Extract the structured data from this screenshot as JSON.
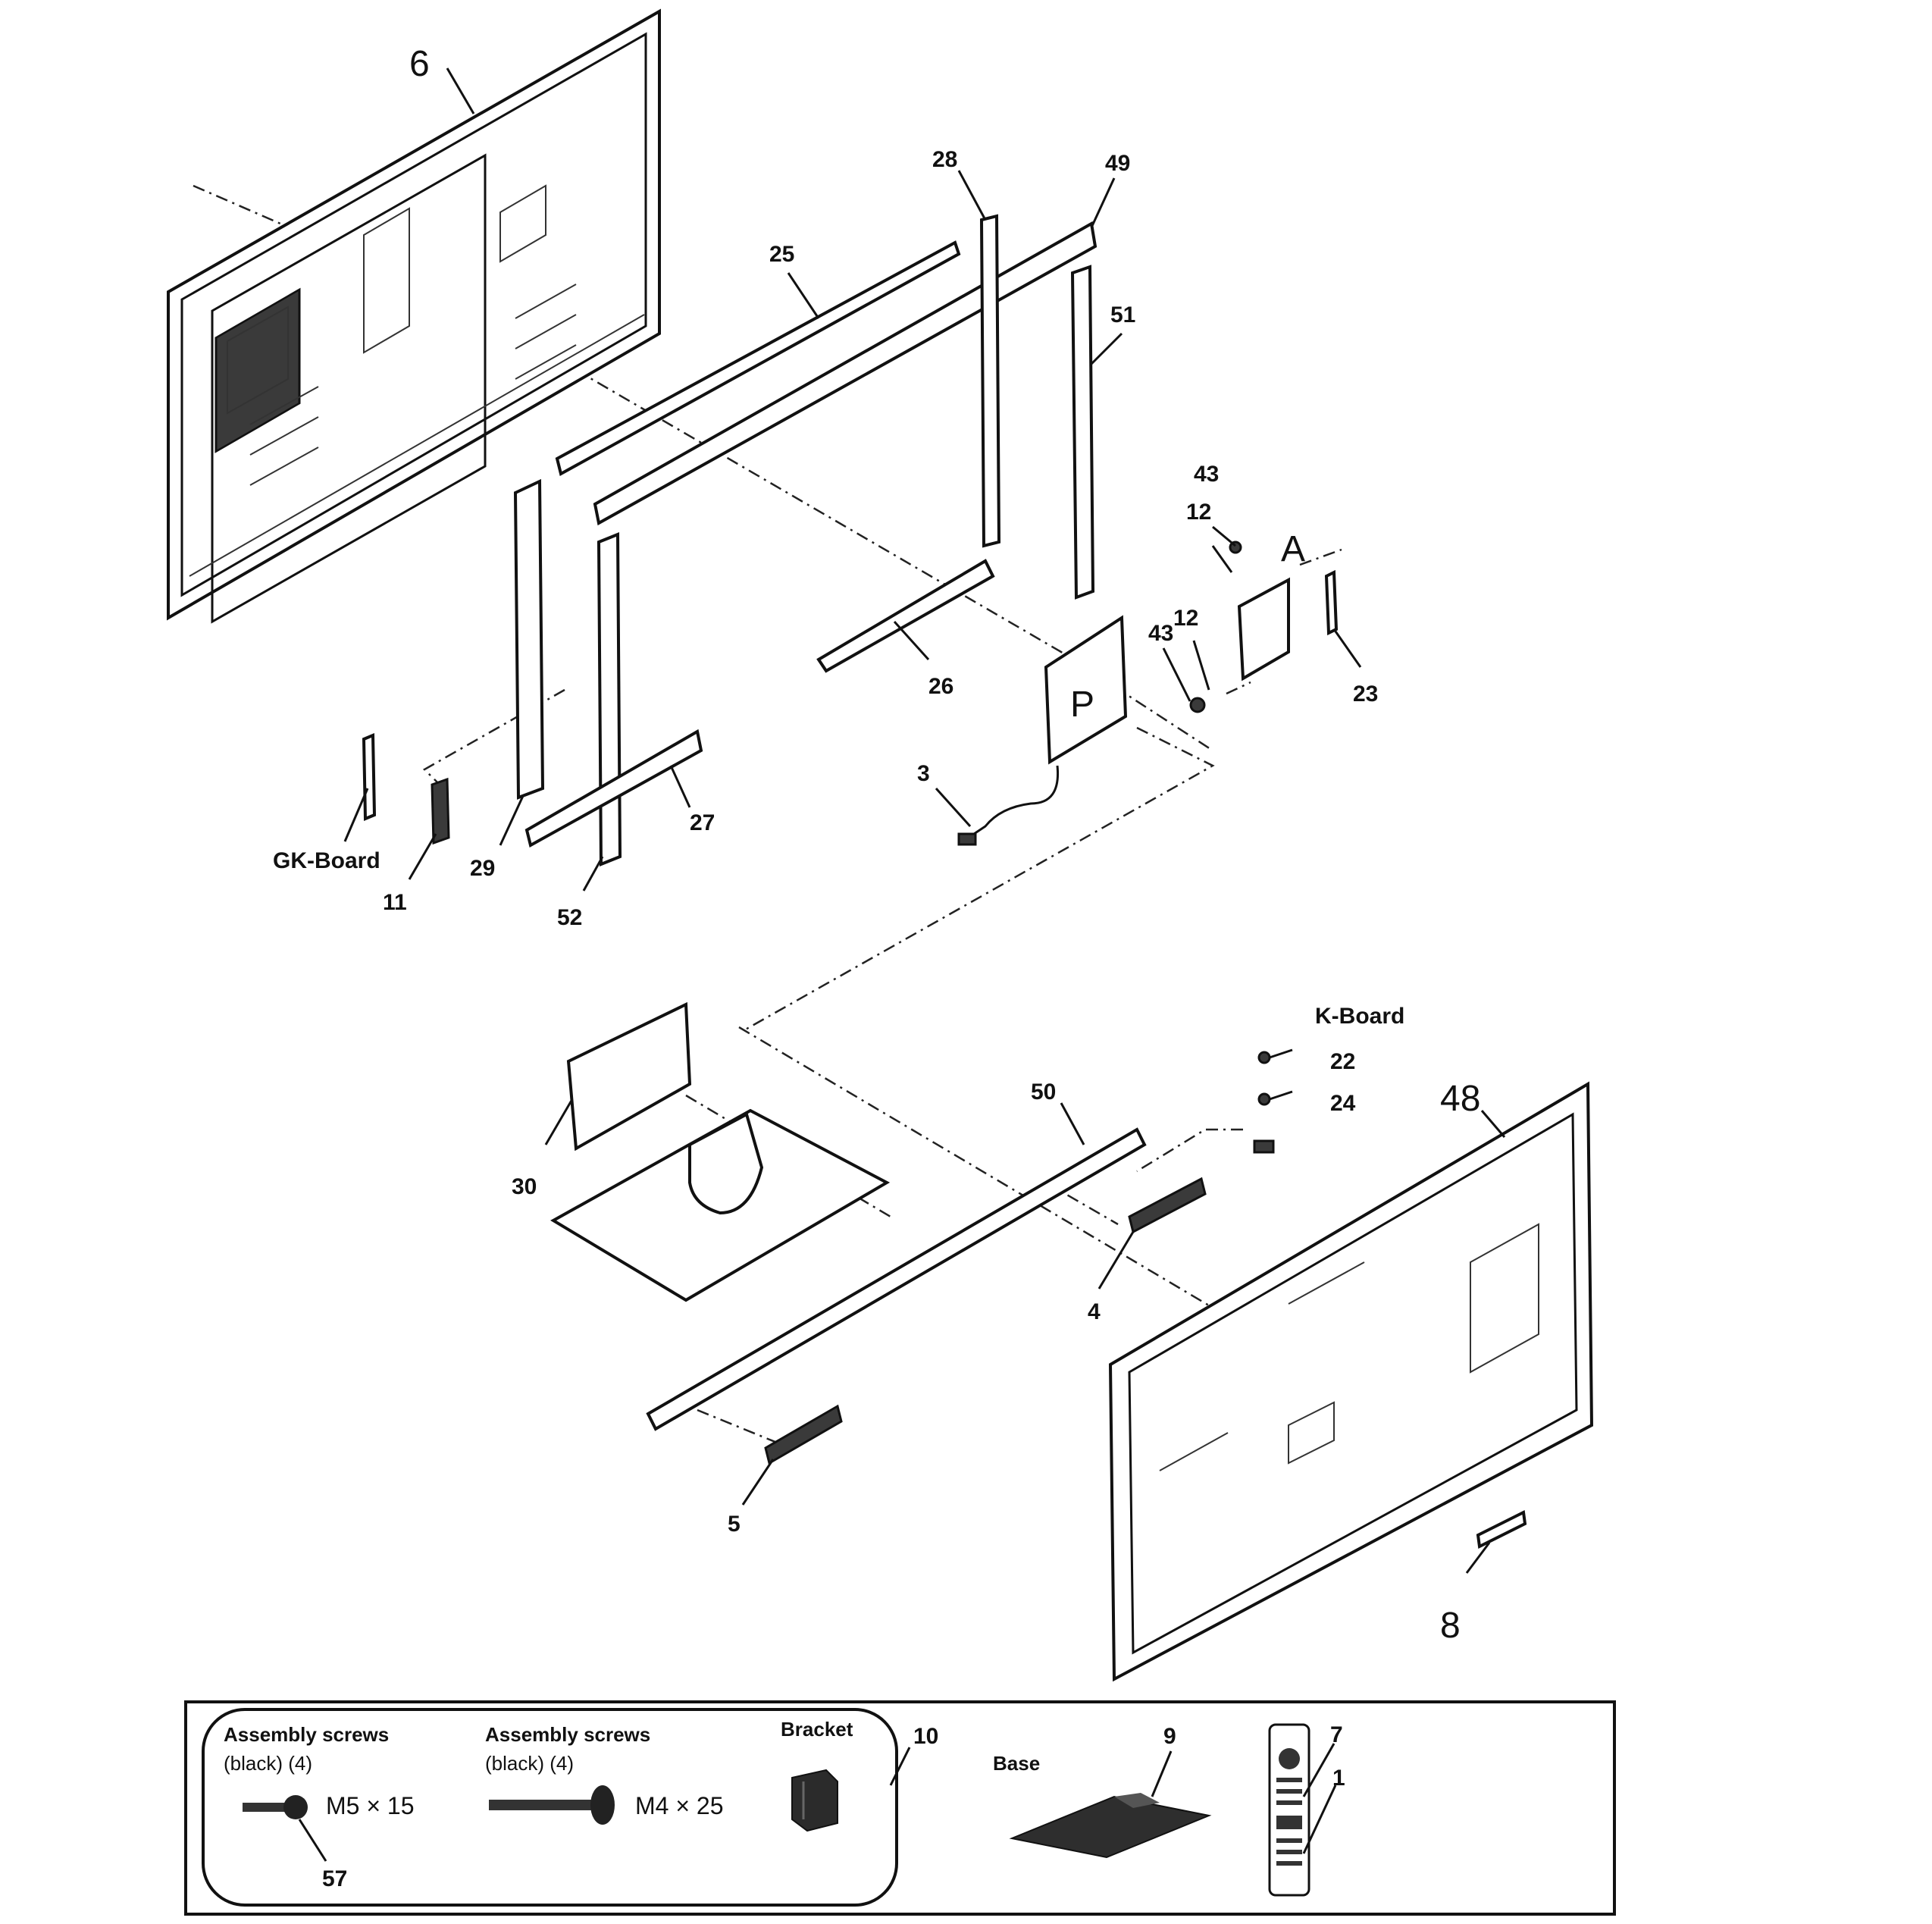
{
  "callouts": {
    "c6": "6",
    "c28": "28",
    "c49": "49",
    "c25": "25",
    "c51": "51",
    "c43a": "43",
    "c12a": "12",
    "cA": "A",
    "c43b": "43",
    "c12b": "12",
    "c23": "23",
    "c26": "26",
    "cP": "P",
    "c3": "3",
    "c27": "27",
    "cGK": "GK-Board",
    "c29": "29",
    "c11": "11",
    "c52": "52",
    "cK": "K-Board",
    "c22": "22",
    "c24": "24",
    "c48": "48",
    "c50": "50",
    "c30": "30",
    "c4": "4",
    "c5": "5",
    "c8": "8"
  },
  "accessories": {
    "screws1_title": "Assembly screws",
    "screws1_sub": "(black) (4)",
    "screws1_size": "M5 × 15",
    "screws1_num": "57",
    "screws2_title": "Assembly screws",
    "screws2_sub": "(black) (4)",
    "screws2_size": "M4 × 25",
    "bracket_title": "Bracket",
    "kit_num": "10",
    "base_title": "Base",
    "base_num": "9",
    "remote_num_a": "7",
    "remote_num_b": "1"
  },
  "icons": [
    "screw-icon",
    "bracket-icon",
    "base-icon",
    "remote-control-icon"
  ]
}
